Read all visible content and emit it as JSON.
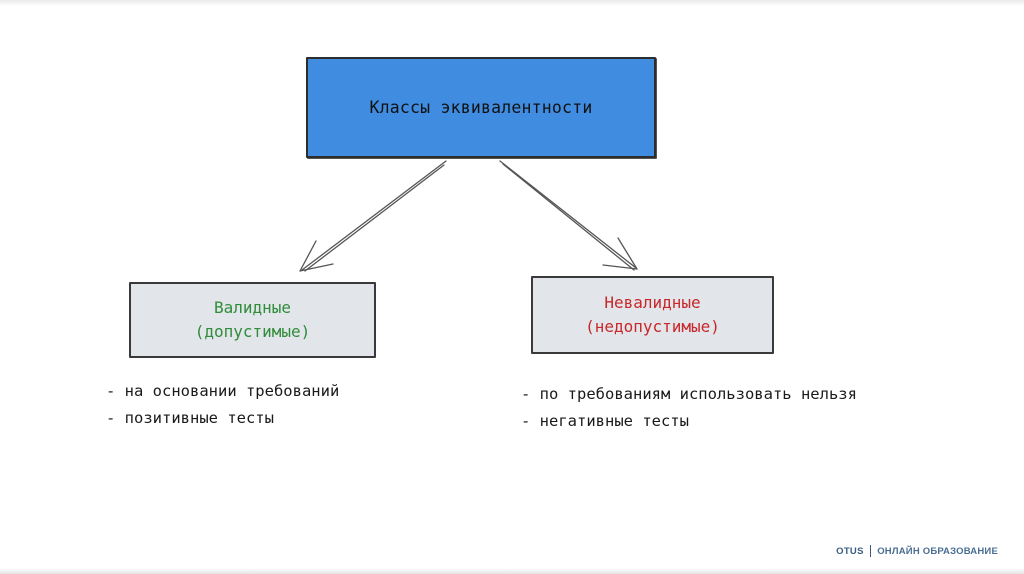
{
  "root": {
    "label": "Классы эквивалентности"
  },
  "valid": {
    "line1": "Валидные",
    "line2": "(допустимые)",
    "items": [
      "- на основании требований",
      "- позитивные тесты"
    ]
  },
  "invalid": {
    "line1": "Невалидные",
    "line2": "(недопустимые)",
    "items": [
      "- по требованиям использовать нельзя",
      "- негативные тесты"
    ]
  },
  "footer": {
    "brand": "OTUS",
    "subtitle": "ОНЛАЙН ОБРАЗОВАНИЕ"
  },
  "colors": {
    "root_fill": "#3f8ce0",
    "valid_text": "#2f8c3a",
    "invalid_text": "#c8282b",
    "box_fill": "#e2e5e9"
  }
}
